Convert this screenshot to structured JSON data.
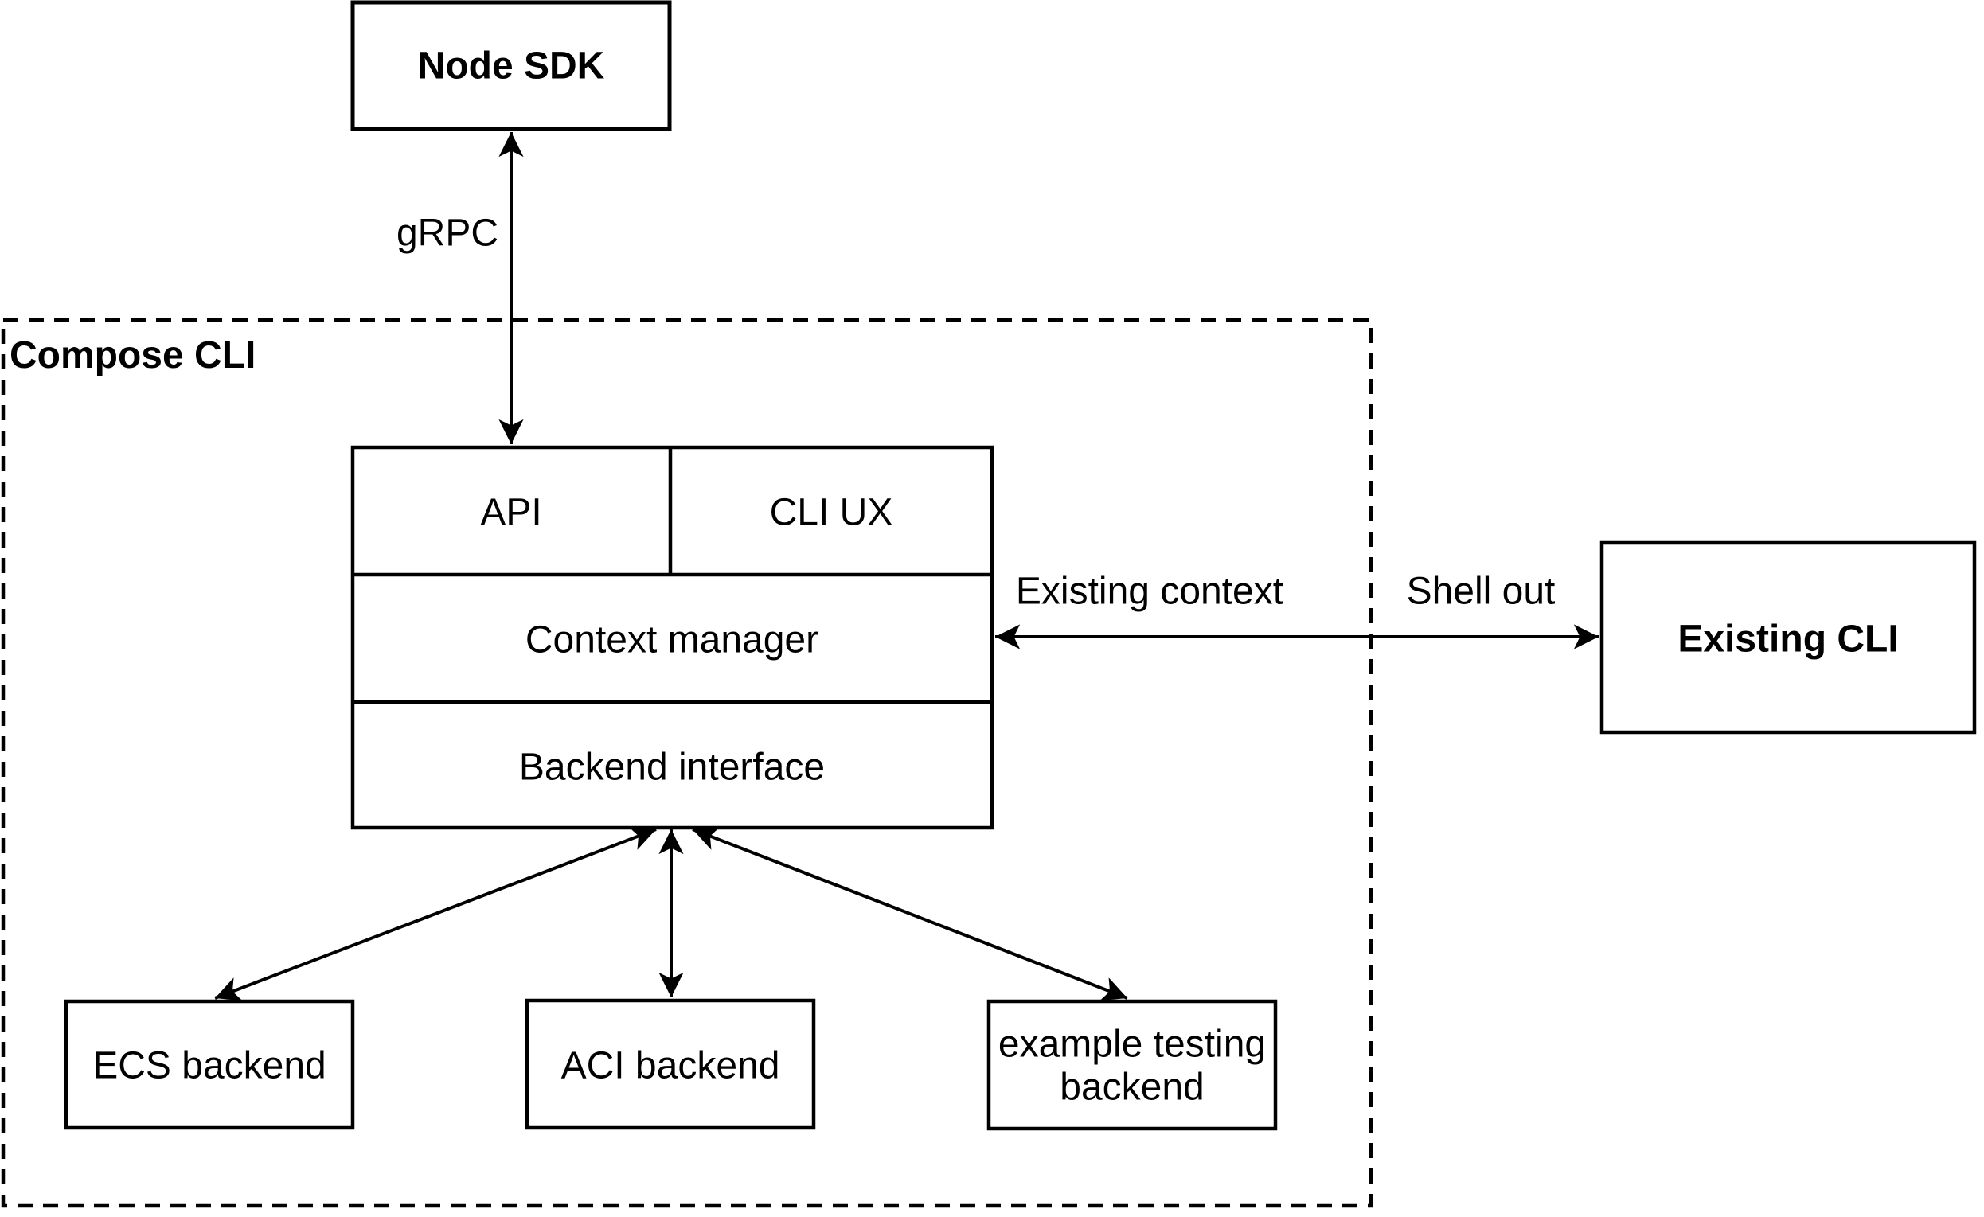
{
  "diagram": {
    "container": {
      "label": "Compose CLI"
    },
    "nodes": {
      "node_sdk": {
        "label": "Node SDK"
      },
      "api": {
        "label": "API"
      },
      "cli_ux": {
        "label": "CLI UX"
      },
      "context_manager": {
        "label": "Context manager"
      },
      "backend_interface": {
        "label": "Backend interface"
      },
      "existing_cli": {
        "label": "Existing CLI"
      },
      "ecs_backend": {
        "label": "ECS backend"
      },
      "aci_backend": {
        "label": "ACI backend"
      },
      "example_testing_backend": {
        "label_lines": [
          "example testing",
          "backend"
        ]
      }
    },
    "edges": {
      "grpc": {
        "label": "gRPC"
      },
      "existing_context": {
        "label": "Existing context"
      },
      "shell_out": {
        "label": "Shell out"
      }
    },
    "colors": {
      "stroke": "#000000",
      "background": "#ffffff"
    }
  }
}
